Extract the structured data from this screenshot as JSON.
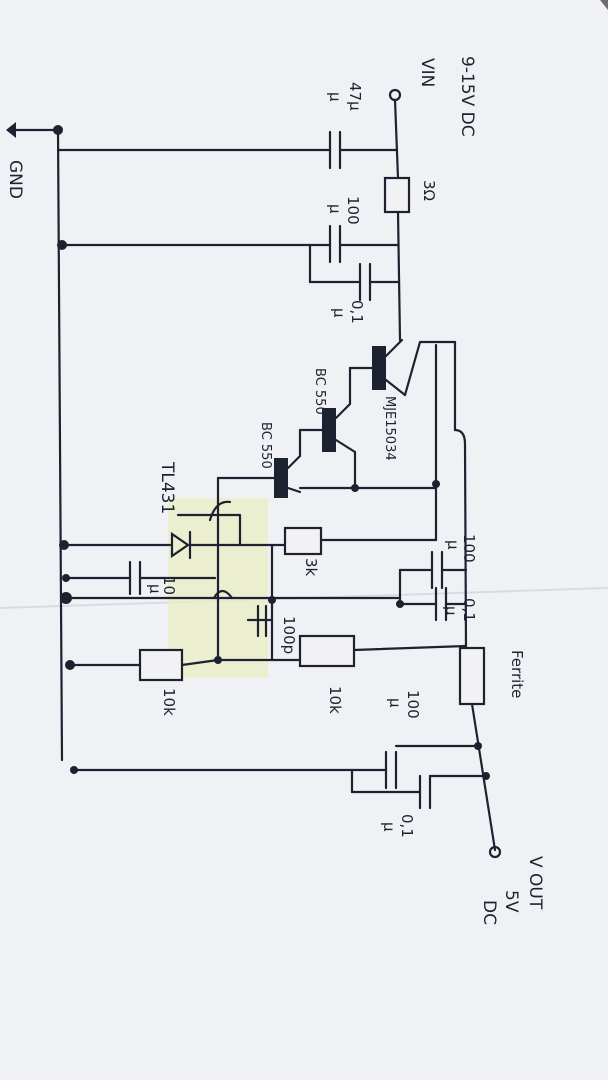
{
  "supply": {
    "range": "9-15V DC",
    "vin": "VIN",
    "gnd": "GND"
  },
  "caps": {
    "c1": {
      "value": "47µ",
      "unit": "µ"
    },
    "c2": {
      "value": "100",
      "unit": "µ"
    },
    "c3": {
      "value": "0,1",
      "unit": "µ"
    },
    "c4": {
      "value": "100",
      "unit": "µ"
    },
    "c5": {
      "value": "0,1",
      "unit": "µ"
    },
    "c6": {
      "value": "10",
      "unit": "µ"
    },
    "c7": {
      "value": "100p"
    },
    "c8": {
      "value": "100",
      "unit": "µ"
    },
    "c9": {
      "value": "0,1",
      "unit": "µ"
    }
  },
  "resistors": {
    "r1": "3Ω",
    "r2": "3k",
    "r3": "10k",
    "r4": "10k",
    "ferrite": "Ferrite"
  },
  "transistors": {
    "q1": "MJE15034",
    "q2": "BC 550",
    "q3": "BC 550",
    "reg": "TL431"
  },
  "output": {
    "vout": "V OUT",
    "value": "5V",
    "type": "DC"
  }
}
